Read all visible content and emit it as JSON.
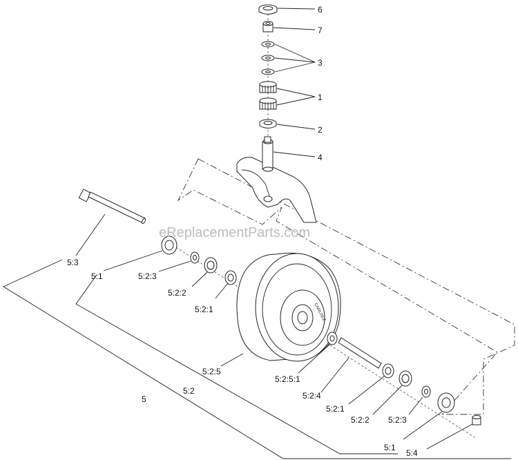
{
  "watermark": "eReplacementParts.com",
  "callouts": {
    "c6": "6",
    "c7": "7",
    "c3": "3",
    "c1": "1",
    "c2": "2",
    "c4": "4",
    "c5_3": "5:3",
    "c5_1_left": "5:1",
    "c5_2_3_left": "5:2:3",
    "c5_2_2_left": "5:2:2",
    "c5_2_1_left": "5:2:1",
    "c5_2_5": "5:2:5",
    "c5_2_5_1": "5:2:5:1",
    "c5_2_4": "5:2:4",
    "c5_2_1_right": "5:2:1",
    "c5_2_2_right": "5:2:2",
    "c5_2_3_right": "5:2:3",
    "c5_1_right": "5:1",
    "c5_4": "5:4",
    "c5": "5",
    "c5_2": "5:2"
  }
}
